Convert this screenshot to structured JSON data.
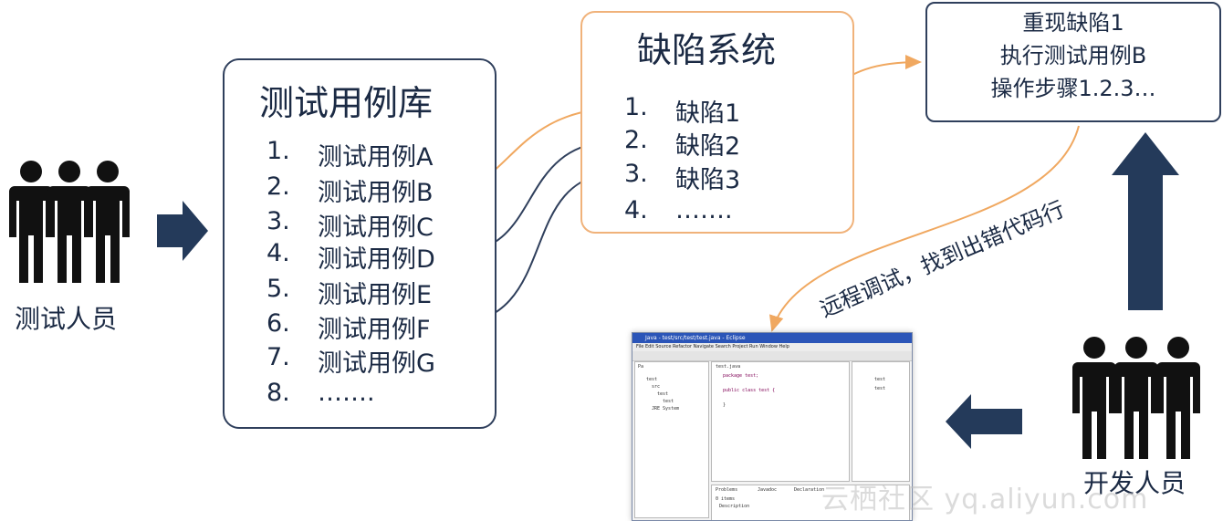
{
  "testers": {
    "label": "测试人员"
  },
  "developers": {
    "label": "开发人员"
  },
  "test_case_library": {
    "title": "测试用例库",
    "items": [
      {
        "num": "1.",
        "text": "测试用例A"
      },
      {
        "num": "2.",
        "text": "测试用例B"
      },
      {
        "num": "3.",
        "text": "测试用例C"
      },
      {
        "num": "4.",
        "text": "测试用例D"
      },
      {
        "num": "5.",
        "text": "测试用例E"
      },
      {
        "num": "6.",
        "text": "测试用例F"
      },
      {
        "num": "7.",
        "text": "测试用例G"
      },
      {
        "num": "8.",
        "text": "……."
      }
    ]
  },
  "defect_system": {
    "title": "缺陷系统",
    "items": [
      {
        "num": "1.",
        "text": "缺陷1"
      },
      {
        "num": "2.",
        "text": "缺陷2"
      },
      {
        "num": "3.",
        "text": "缺陷3"
      },
      {
        "num": "4.",
        "text": "……."
      }
    ]
  },
  "reproduce_box": {
    "lines": [
      "重现缺陷1",
      "执行测试用例B",
      "操作步骤1.2.3…"
    ]
  },
  "remote_debug_label": "远程调试，找到出错代码行",
  "eclipse": {
    "window_title": "Java - test/src/test/test.java - Eclipse",
    "menu": "File  Edit  Source  Refactor  Navigate  Search  Project  Run  Window  Help",
    "left_tab": "Pa",
    "tree": [
      "test",
      "src",
      "test",
      "test",
      "JRE System"
    ],
    "editor_tab": "test.java",
    "code": [
      "package test;",
      "public class test {",
      "}"
    ],
    "right_items": [
      "test",
      "test"
    ],
    "bottom_tabs": [
      "Problems",
      "Javadoc",
      "Declaration"
    ],
    "bottom_row": [
      "0 items",
      "Description"
    ]
  },
  "watermark": "云栖社区 yq.aliyun.com",
  "colors": {
    "navy": "#2f3f5c",
    "arrow_fill": "#243a5a",
    "orange": "#f0a860",
    "orange_border": "#f0b27a",
    "text": "#1b2a44"
  }
}
